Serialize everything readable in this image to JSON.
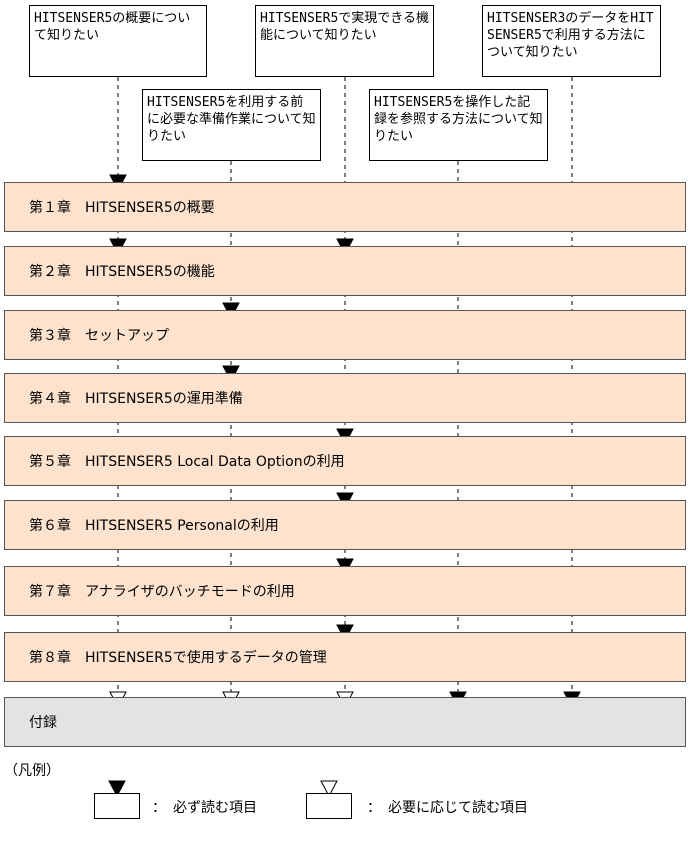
{
  "needs": [
    "HITSENSER5の概要について知りたい",
    "HITSENSER5を利用する前に必要な準備作業について知りたい",
    "HITSENSER5で実現できる機能について知りたい",
    "HITSENSER5を操作した記録を参照する方法について知りたい",
    "HITSENSER3のデータをHITSENSER5で利用する方法について知りたい"
  ],
  "chapters": [
    {
      "label": "第１章　HITSENSER5の概要",
      "marks": [
        "filled",
        "",
        "",
        "",
        ""
      ]
    },
    {
      "label": "第２章　HITSENSER5の機能",
      "marks": [
        "filled",
        "",
        "filled",
        "",
        ""
      ]
    },
    {
      "label": "第３章　セットアップ",
      "marks": [
        "",
        "filled",
        "",
        "",
        ""
      ]
    },
    {
      "label": "第４章　HITSENSER5の運用準備",
      "marks": [
        "",
        "filled",
        "",
        "",
        ""
      ]
    },
    {
      "label": "第５章　HITSENSER5 Local Data Optionの利用",
      "marks": [
        "",
        "",
        "filled",
        "",
        ""
      ]
    },
    {
      "label": "第６章　HITSENSER5 Personalの利用",
      "marks": [
        "",
        "",
        "filled",
        "",
        ""
      ]
    },
    {
      "label": "第７章　アナライザのバッチモードの利用",
      "marks": [
        "",
        "",
        "filled",
        "",
        ""
      ]
    },
    {
      "label": "第８章　HITSENSER5で使用するデータの管理",
      "marks": [
        "",
        "",
        "filled",
        "",
        ""
      ]
    },
    {
      "label": "付録",
      "marks": [
        "hollow",
        "hollow",
        "hollow",
        "filled",
        "filled"
      ]
    }
  ],
  "legend": {
    "title": "（凡例）",
    "required": "：　必ず読む項目",
    "optional": "：　必要に応じて読む項目"
  }
}
